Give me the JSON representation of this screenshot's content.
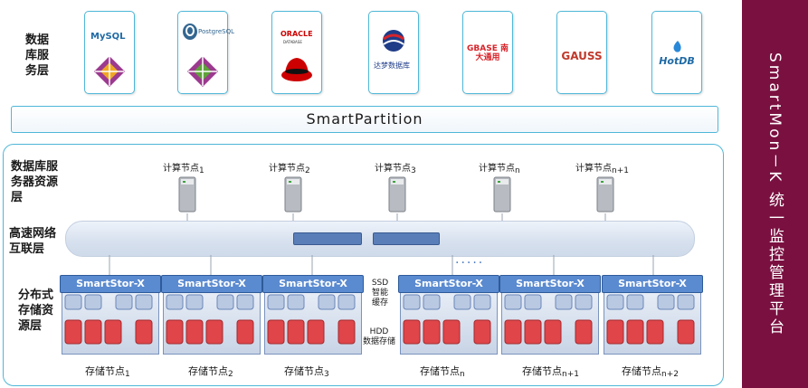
{
  "right_panel": {
    "title": "SmartMon－K 统一监控管理平台",
    "color": "#7a1040"
  },
  "layers": {
    "db_service": "数据库服务层",
    "db_server_resource": "数据库服务器资源层",
    "network": "高速网络互联层",
    "distributed_storage": "分布式存储资源层"
  },
  "db_products": [
    "MySQL",
    "PostgreSQL",
    "ORACLE",
    "达梦数据库",
    "GBASE 南大通用",
    "GAUSS",
    "HotDB"
  ],
  "smart_partition": "SmartPartition",
  "compute_nodes": [
    {
      "label": "计算节点",
      "sub": "1"
    },
    {
      "label": "计算节点",
      "sub": "2"
    },
    {
      "label": "计算节点",
      "sub": "3"
    },
    {
      "label": "计算节点",
      "sub": "n"
    },
    {
      "label": "计算节点",
      "sub": "n+1"
    }
  ],
  "storage_product": "SmartStor-X",
  "storage_nodes": [
    {
      "label": "存储节点",
      "sub": "1"
    },
    {
      "label": "存储节点",
      "sub": "2"
    },
    {
      "label": "存储节点",
      "sub": "3"
    },
    {
      "label": "存储节点",
      "sub": "n"
    },
    {
      "label": "存储节点",
      "sub": "n+1"
    },
    {
      "label": "存储节点",
      "sub": "n+2"
    }
  ],
  "tiers": {
    "ssd": "SSD\n智能\n缓存",
    "hdd": "HDD\n数据存储"
  },
  "colors": {
    "accent": "#4fb7d8",
    "storage_header": "#5a8ad0",
    "disk_red": "#e0454a"
  }
}
